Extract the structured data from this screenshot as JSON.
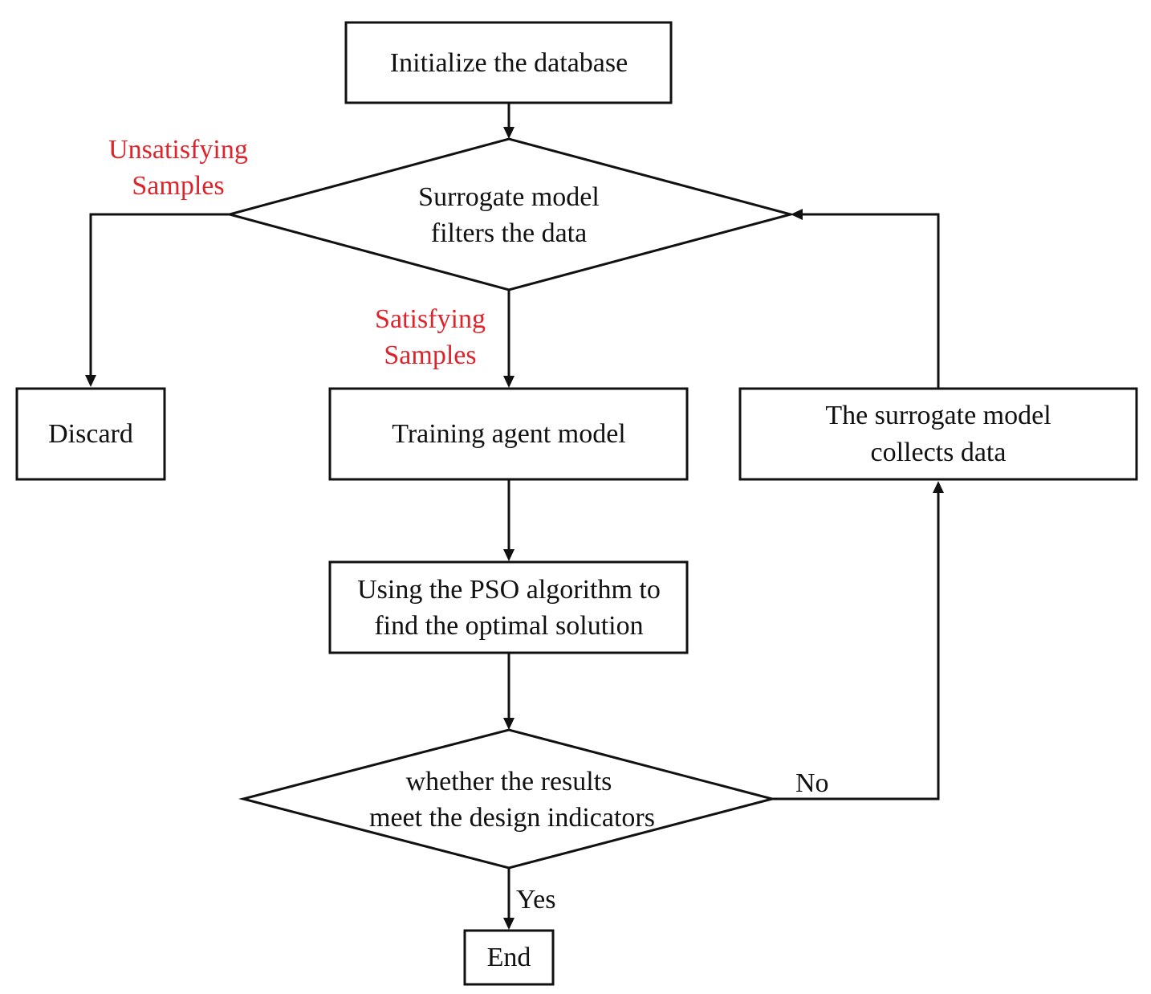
{
  "colors": {
    "stroke": "#111111",
    "text": "#111111",
    "branch_highlight": "#e0232b"
  },
  "nodes": {
    "initialize": {
      "shape": "process",
      "lines": [
        "Initialize the database"
      ]
    },
    "filter": {
      "shape": "decision",
      "lines": [
        "Surrogate model",
        "filters the data"
      ]
    },
    "discard": {
      "shape": "process",
      "lines": [
        "Discard"
      ]
    },
    "train": {
      "shape": "process",
      "lines": [
        "Training agent model"
      ]
    },
    "collect": {
      "shape": "process",
      "lines": [
        "The surrogate model",
        "collects data"
      ]
    },
    "pso": {
      "shape": "process",
      "lines": [
        "Using the PSO algorithm to",
        "find the optimal solution"
      ]
    },
    "check": {
      "shape": "decision",
      "lines": [
        "whether the results",
        "meet the design indicators"
      ]
    },
    "end": {
      "shape": "process",
      "lines": [
        "End"
      ]
    }
  },
  "branch_labels": {
    "unsatisfying": {
      "lines": [
        "Unsatisfying",
        "Samples"
      ],
      "color": "#e0232b"
    },
    "satisfying": {
      "lines": [
        "Satisfying",
        "Samples"
      ],
      "color": "#e0232b"
    },
    "no": {
      "lines": [
        "No"
      ],
      "color": "#111111"
    },
    "yes": {
      "lines": [
        "Yes"
      ],
      "color": "#111111"
    }
  },
  "edges": [
    {
      "from": "initialize",
      "to": "filter"
    },
    {
      "from": "filter",
      "to": "discard",
      "label": "unsatisfying"
    },
    {
      "from": "filter",
      "to": "train",
      "label": "satisfying"
    },
    {
      "from": "train",
      "to": "pso"
    },
    {
      "from": "pso",
      "to": "check"
    },
    {
      "from": "check",
      "to": "end",
      "label": "yes"
    },
    {
      "from": "check",
      "to": "collect",
      "label": "no"
    },
    {
      "from": "collect",
      "to": "filter"
    }
  ]
}
